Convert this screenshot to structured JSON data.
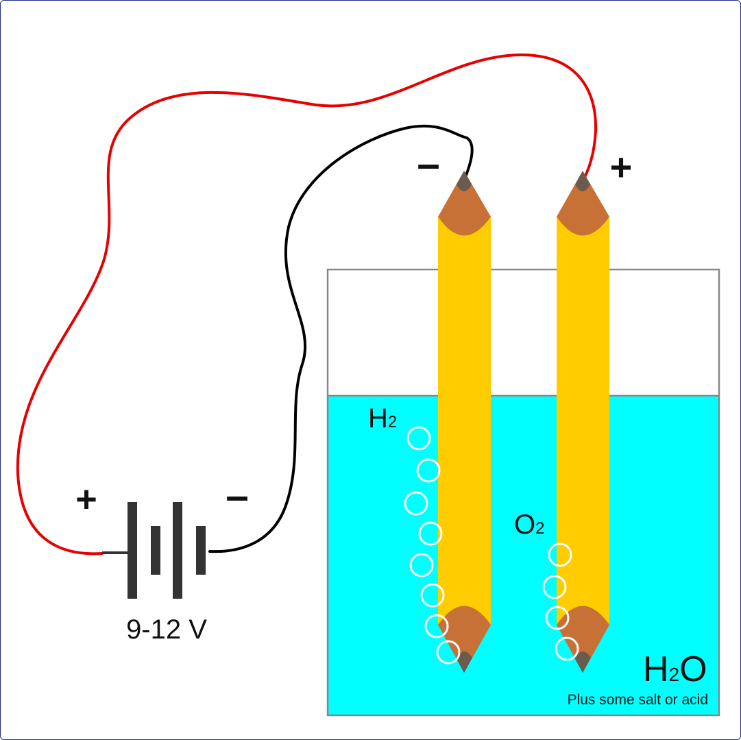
{
  "diagram": {
    "battery": {
      "voltage_label": "9-12 V",
      "positive_sign": "+",
      "negative_sign": "–"
    },
    "electrodes": {
      "cathode_sign": "–",
      "anode_sign": "+"
    },
    "gases": {
      "cathode_gas_main": "H",
      "cathode_gas_sub": "2",
      "anode_gas_main": "O",
      "anode_gas_sub": "2"
    },
    "electrolyte": {
      "formula_part1": "H",
      "formula_sub": "2",
      "formula_part2": "O",
      "note": "Plus some salt or acid"
    },
    "colors": {
      "positive_wire": "#e60000",
      "negative_wire": "#000000",
      "water": "#00ffff",
      "pencil_body": "#ffcc00",
      "pencil_wood": "#c87137",
      "graphite": "#6b5a4e",
      "battery_plates": "#333333",
      "container_outline": "#888888",
      "bubbles": "#ffffff"
    }
  }
}
